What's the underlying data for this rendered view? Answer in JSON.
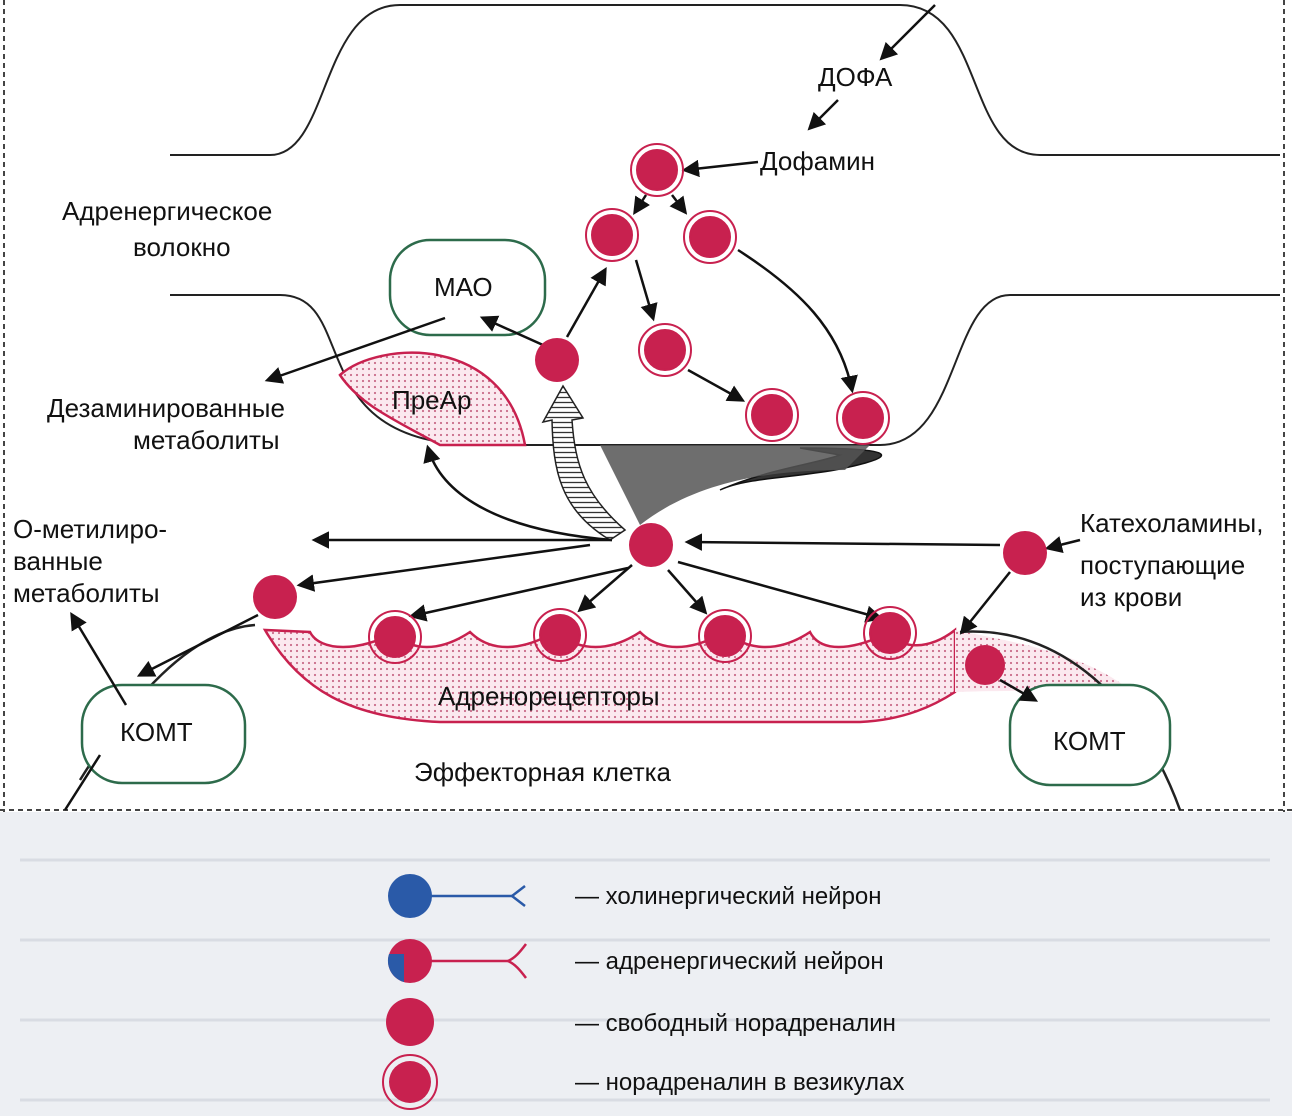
{
  "diagram": {
    "labels": {
      "dopa": "ДОФА",
      "dopamine": "Дофамин",
      "fiber_line1": "Адренергическое",
      "fiber_line2": "волокно",
      "mao": "МАО",
      "deaminated_line1": "Дезаминированные",
      "deaminated_line2": "метаболиты",
      "prear": "ПреАр",
      "omethyl_line1": "О-метилиро-",
      "omethyl_line2": "ванные",
      "omethyl_line3": "метаболиты",
      "catechol_line1": "Катехоламины,",
      "catechol_line2": "поступающие",
      "catechol_line3": "из крови",
      "adrenoreceptors": "Адренорецепторы",
      "comt_left": "КОМТ",
      "comt_right": "КОМТ",
      "effector_cell": "Эффекторная клетка"
    },
    "colors": {
      "noradrenaline": "#c8214f",
      "enzyme_border": "#2d6b4b",
      "cholinergic": "#2a5aa8",
      "membrane": "#222222"
    }
  },
  "legend": {
    "items": [
      {
        "icon": "cholinergic-neuron-icon",
        "label": "— холинергический нейрон"
      },
      {
        "icon": "adrenergic-neuron-icon",
        "label": "— адренергический нейрон"
      },
      {
        "icon": "free-noradrenaline-icon",
        "label": "— свободный норадреналин"
      },
      {
        "icon": "vesicle-noradrenaline-icon",
        "label": "— норадреналин в везикулах"
      }
    ]
  }
}
